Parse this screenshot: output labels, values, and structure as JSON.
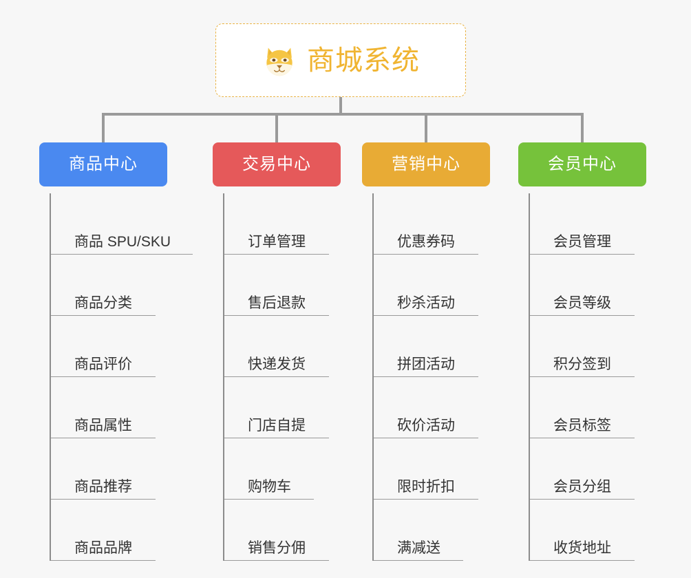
{
  "page": {
    "background_color": "#f7f7f7",
    "line_color": "#9a9a9a",
    "spine_color": "#8c8c8c",
    "text_color": "#333333"
  },
  "root": {
    "title": "商城系统",
    "icon_name": "shiba-dog-emoji",
    "title_color": "#f0b431",
    "border_color": "#e9b344",
    "background_color": "#ffffff"
  },
  "categories": [
    {
      "label": "商品中心",
      "color": "#4a89f0",
      "color_class": "blue",
      "items": [
        {
          "label": "商品 SPU/SKU",
          "underline_width": 206
        },
        {
          "label": "商品分类",
          "underline_width": 152
        },
        {
          "label": "商品评价",
          "underline_width": 152
        },
        {
          "label": "商品属性",
          "underline_width": 152
        },
        {
          "label": "商品推荐",
          "underline_width": 152
        },
        {
          "label": "商品品牌",
          "underline_width": 152
        }
      ]
    },
    {
      "label": "交易中心",
      "color": "#e5595a",
      "color_class": "red",
      "items": [
        {
          "label": "订单管理",
          "underline_width": 152
        },
        {
          "label": "售后退款",
          "underline_width": 152
        },
        {
          "label": "快递发货",
          "underline_width": 152
        },
        {
          "label": "门店自提",
          "underline_width": 152
        },
        {
          "label": "购物车",
          "underline_width": 130
        },
        {
          "label": "销售分佣",
          "underline_width": 152
        }
      ]
    },
    {
      "label": "营销中心",
      "color": "#e8ab35",
      "color_class": "orange",
      "items": [
        {
          "label": "优惠券码",
          "underline_width": 152
        },
        {
          "label": "秒杀活动",
          "underline_width": 152
        },
        {
          "label": "拼团活动",
          "underline_width": 152
        },
        {
          "label": "砍价活动",
          "underline_width": 152
        },
        {
          "label": "限时折扣",
          "underline_width": 152
        },
        {
          "label": "满减送",
          "underline_width": 130
        }
      ]
    },
    {
      "label": "会员中心",
      "color": "#76c23b",
      "color_class": "green",
      "items": [
        {
          "label": "会员管理",
          "underline_width": 152
        },
        {
          "label": "会员等级",
          "underline_width": 152
        },
        {
          "label": "积分签到",
          "underline_width": 152
        },
        {
          "label": "会员标签",
          "underline_width": 152
        },
        {
          "label": "会员分组",
          "underline_width": 152
        },
        {
          "label": "收货地址",
          "underline_width": 152
        }
      ]
    }
  ]
}
